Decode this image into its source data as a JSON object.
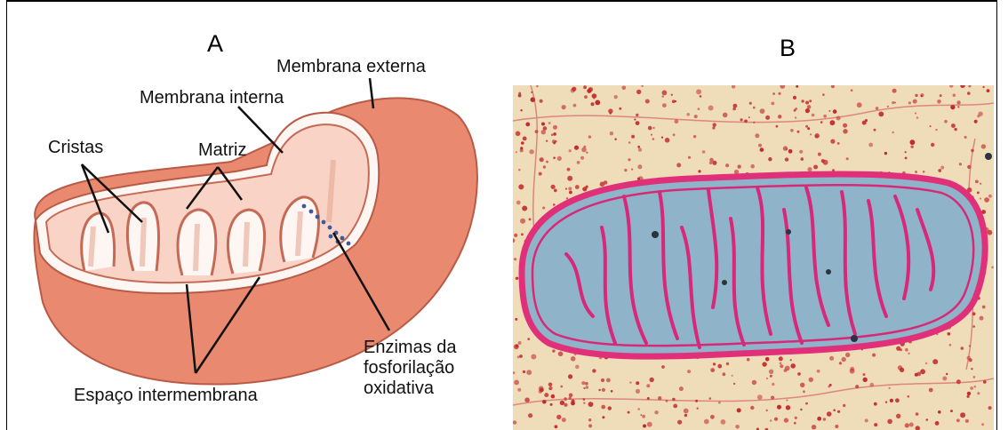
{
  "panels": {
    "a": {
      "letter": "A"
    },
    "b": {
      "letter": "B"
    }
  },
  "labels": {
    "outer_membrane": "Membrana externa",
    "inner_membrane": "Membrana interna",
    "cristae": "Cristas",
    "matrix": "Matriz",
    "intermembrane_space": "Espaço intermembrana",
    "enzymes_line1": "Enzimas da",
    "enzymes_line2": "fosforilação",
    "enzymes_line3": "oxidativa"
  },
  "colors": {
    "outer_body": "#e98a70",
    "outer_edge": "#b85a45",
    "inner_fill": "#f8d3c6",
    "membrane_white": "#fdf6f3",
    "enzyme_dots": "#3a5a9a",
    "em_background": "#efdcb8",
    "em_granules": "#c0282a",
    "em_matrix": "#8fb3c8",
    "em_membrane": "#e0307a"
  }
}
